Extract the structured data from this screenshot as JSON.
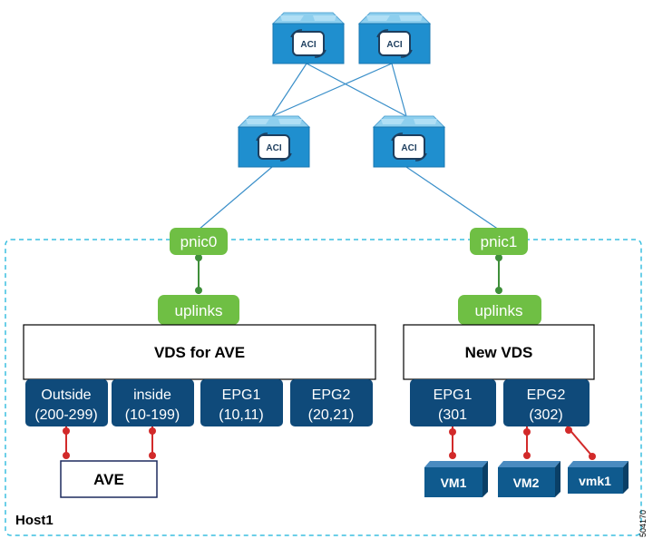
{
  "colors": {
    "switch_top": "#7fc4ea",
    "switch_body": "#1f8fcf",
    "link_line": "#3a8fc9",
    "host_border": "#3bbfe0",
    "green_pill": "#6fbf44",
    "green_connector": "#3f8f3a",
    "port_fill": "#0f4a7a",
    "red_connector": "#d22a2a",
    "vm_fill": "#0f5a8e"
  },
  "icons": {
    "switch": "aci-switch-icon"
  },
  "switches": {
    "badge": "ACI"
  },
  "host": {
    "label": "Host1"
  },
  "left": {
    "pnic": "pnic0",
    "uplinks": "uplinks",
    "vds": "VDS for AVE",
    "ports": [
      {
        "line1": "Outside",
        "line2": "(200-299)"
      },
      {
        "line1": "inside",
        "line2": "(10-199)"
      },
      {
        "line1": "EPG1",
        "line2": "(10,11)"
      },
      {
        "line1": "EPG2",
        "line2": "(20,21)"
      }
    ],
    "ave": "AVE"
  },
  "right": {
    "pnic": "pnic1",
    "uplinks": "uplinks",
    "vds": "New VDS",
    "ports": [
      {
        "line1": "EPG1",
        "line2": "(301"
      },
      {
        "line1": "EPG2",
        "line2": "(302)"
      }
    ],
    "vms": [
      "VM1",
      "VM2",
      "vmk1"
    ]
  },
  "figure_number": "504170"
}
